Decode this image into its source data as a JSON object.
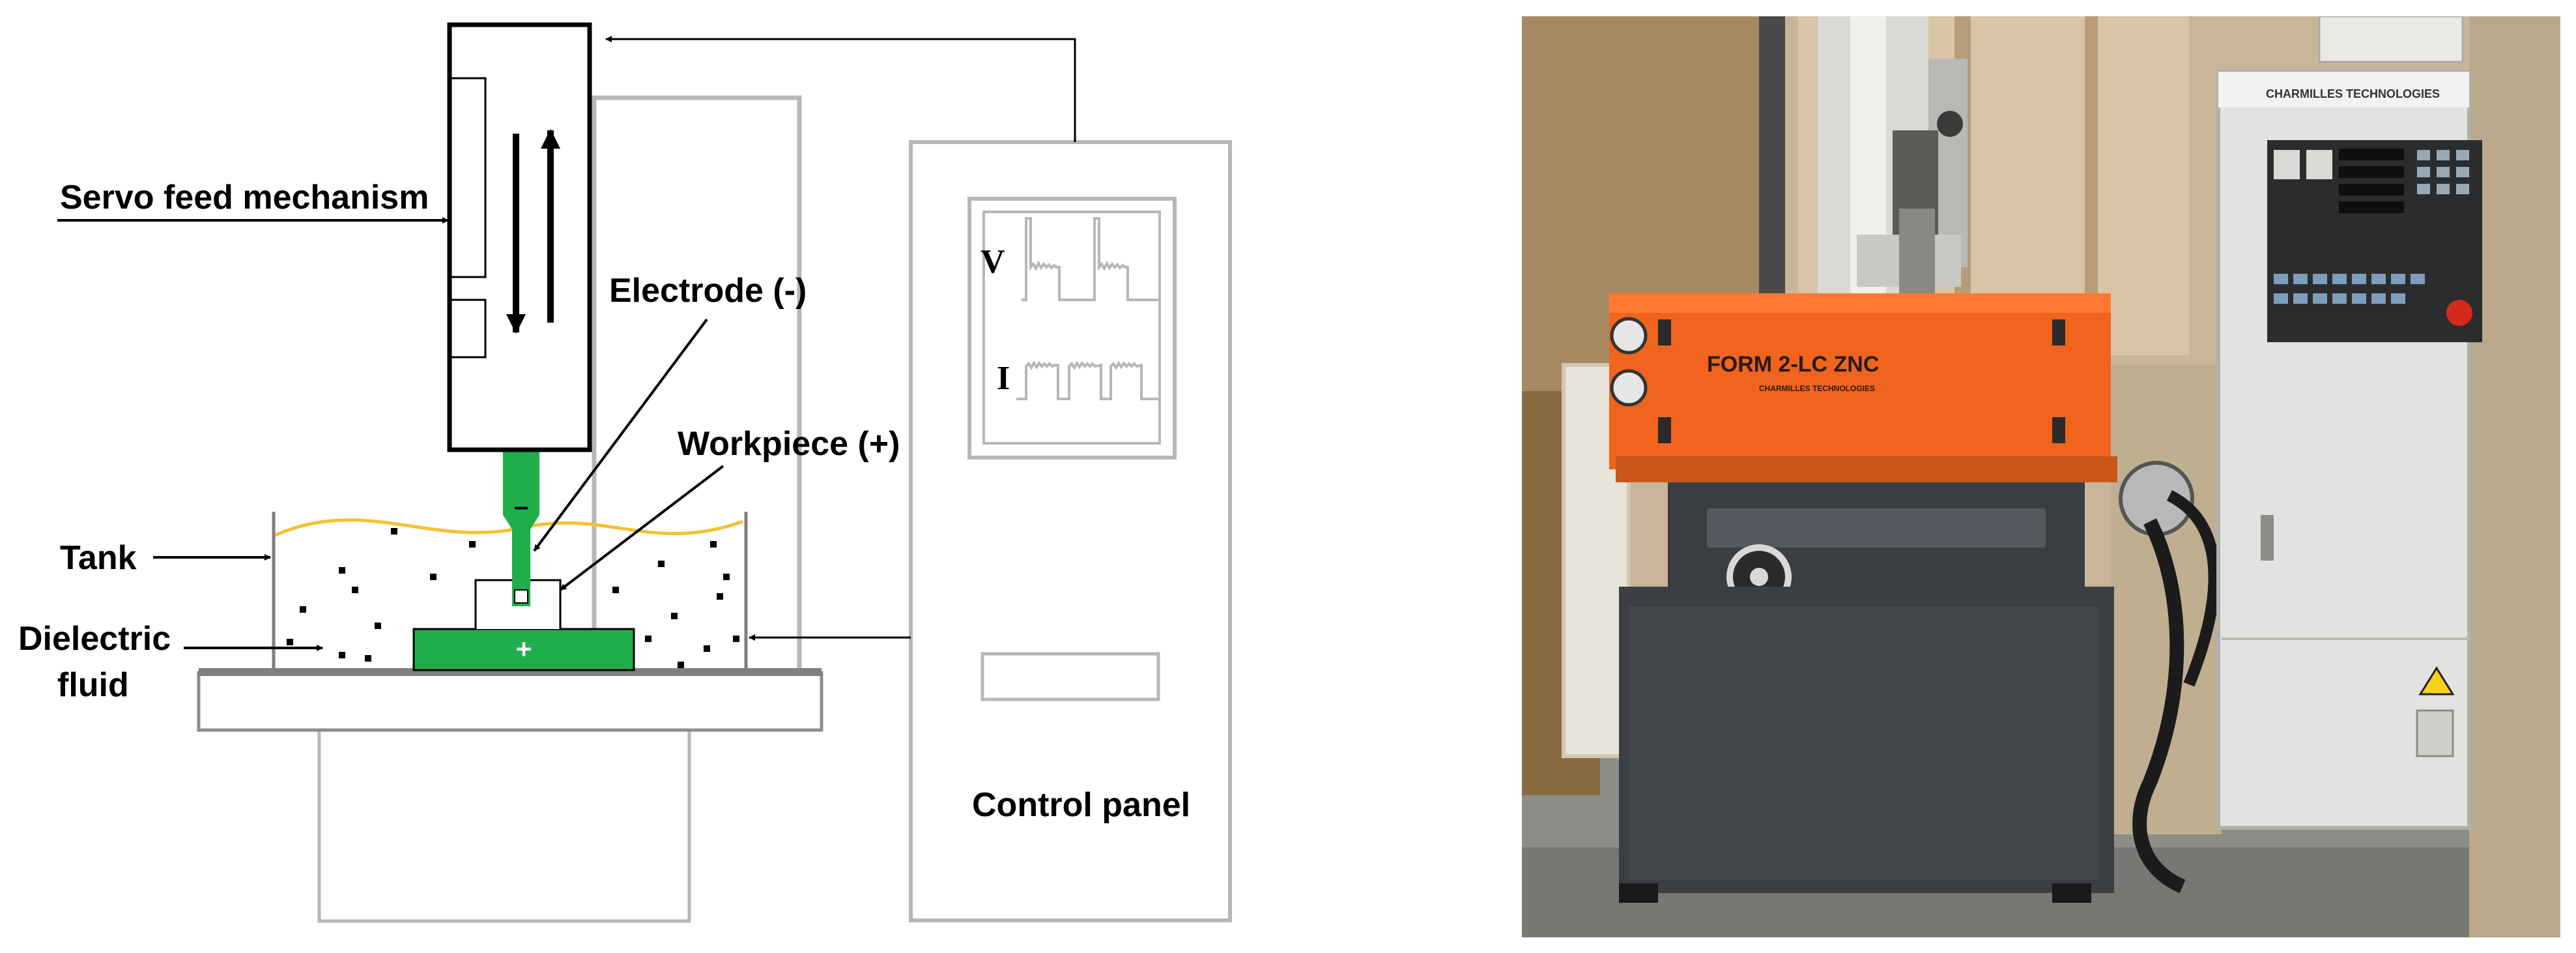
{
  "labels": {
    "servo_feed": "Servo feed mechanism",
    "electrode": "Electrode (-)",
    "workpiece": "Workpiece (+)",
    "tank": "Tank",
    "dielectric_line1": "Dielectric",
    "dielectric_line2": "fluid",
    "control_panel": "Control panel",
    "voltage": "V",
    "current": "I",
    "plus_sign": "+",
    "minus_sign": "–"
  },
  "photo": {
    "machine_model": "FORM 2-LC ZNC",
    "machine_maker": "CHARMILLES TECHNOLOGIES",
    "cabinet_brand": "CHARMILLES TECHNOLOGIES"
  },
  "colors": {
    "electrode_green": "#1fae4a",
    "gray_lines": "#b7b7b7",
    "fluid_line": "#f2c233",
    "machine_orange": "#f0641e"
  }
}
